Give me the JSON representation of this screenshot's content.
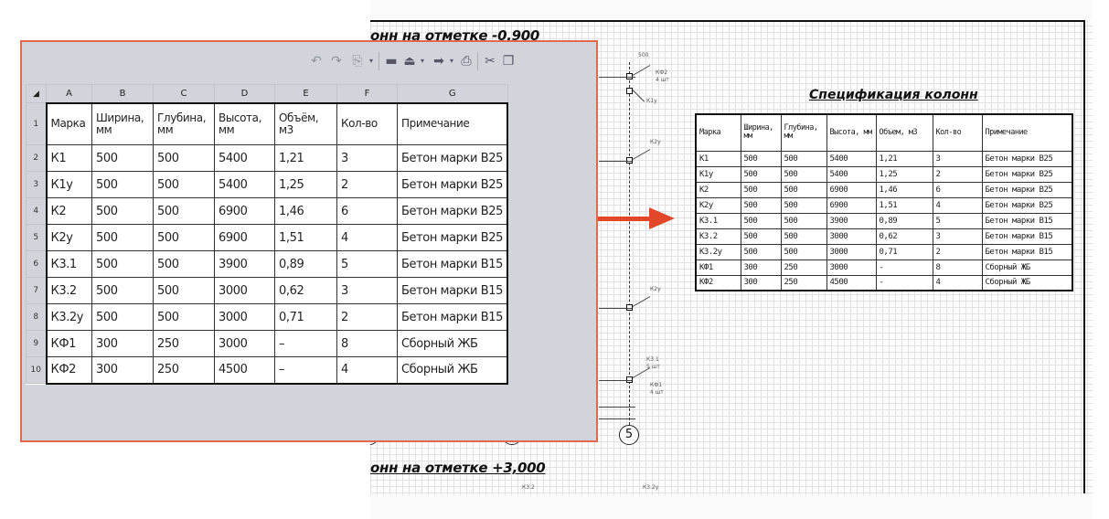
{
  "drawing": {
    "heading_top": "онн на отметке -0.900",
    "heading_bottom": "онн на отметке +3,000",
    "axis_label": "5",
    "tags": [
      "500",
      "КФ2",
      "4 шт",
      "К1у",
      "К2у",
      "К2у",
      "К3.1",
      "5 шт",
      "КФ1",
      "4 шт",
      "К3.2",
      "К3.2у"
    ],
    "spec_title": "Спецификация колонн"
  },
  "spec_table": {
    "headers": [
      "Марка",
      "Ширина, мм",
      "Глубина, мм",
      "Высота, мм",
      "Объем, м3",
      "Кол-во",
      "Примечание"
    ],
    "rows": [
      [
        "К1",
        "500",
        "500",
        "5400",
        "1,21",
        "3",
        "Бетон марки В25"
      ],
      [
        "К1у",
        "500",
        "500",
        "5400",
        "1,25",
        "2",
        "Бетон марки В25"
      ],
      [
        "К2",
        "500",
        "500",
        "6900",
        "1,46",
        "6",
        "Бетон марки В25"
      ],
      [
        "К2у",
        "500",
        "500",
        "6900",
        "1,51",
        "4",
        "Бетон марки В25"
      ],
      [
        "К3.1",
        "500",
        "500",
        "3900",
        "0,89",
        "5",
        "Бетон марки В15"
      ],
      [
        "К3.2",
        "500",
        "500",
        "3000",
        "0,62",
        "3",
        "Бетон марки В15"
      ],
      [
        "К3.2у",
        "500",
        "500",
        "3000",
        "0,71",
        "2",
        "Бетон марки В15"
      ],
      [
        "КФ1",
        "300",
        "250",
        "3000",
        "-",
        "8",
        "Сборный ЖБ"
      ],
      [
        "КФ2",
        "300",
        "250",
        "4500",
        "-",
        "4",
        "Сборный ЖБ"
      ]
    ]
  },
  "spreadsheet": {
    "toolbar_icons": [
      "undo-icon",
      "redo-icon",
      "paste-icon",
      "dropdown-icon",
      "folder-icon",
      "print-preview-icon",
      "dropdown-icon",
      "export-icon",
      "dropdown-icon",
      "print-icon",
      "cut-icon",
      "copy-icon"
    ],
    "corner": "◢",
    "columns": [
      "A",
      "B",
      "C",
      "D",
      "E",
      "F",
      "G"
    ],
    "row_numbers": [
      "1",
      "2",
      "3",
      "4",
      "5",
      "6",
      "7",
      "8",
      "9",
      "10"
    ],
    "headers": [
      "Марка",
      "Ширина, мм",
      "Глубина, мм",
      "Высота, мм",
      "Объём, м3",
      "Кол-во",
      "Примечание"
    ],
    "rows": [
      [
        "К1",
        "500",
        "500",
        "5400",
        "1,21",
        "3",
        "Бетон марки В25"
      ],
      [
        "К1у",
        "500",
        "500",
        "5400",
        "1,25",
        "2",
        "Бетон марки В25"
      ],
      [
        "К2",
        "500",
        "500",
        "6900",
        "1,46",
        "6",
        "Бетон марки В25"
      ],
      [
        "К2у",
        "500",
        "500",
        "6900",
        "1,51",
        "4",
        "Бетон марки В25"
      ],
      [
        "К3.1",
        "500",
        "500",
        "3900",
        "0,89",
        "5",
        "Бетон марки В15"
      ],
      [
        "К3.2",
        "500",
        "500",
        "3000",
        "0,62",
        "3",
        "Бетон марки В15"
      ],
      [
        "К3.2у",
        "500",
        "500",
        "3000",
        "0,71",
        "2",
        "Бетон марки В15"
      ],
      [
        "КФ1",
        "300",
        "250",
        "3000",
        "–",
        "8",
        "Сборный ЖБ"
      ],
      [
        "КФ2",
        "300",
        "250",
        "4500",
        "–",
        "4",
        "Сборный ЖБ"
      ]
    ]
  },
  "colors": {
    "arrow": "#e2472a",
    "window_border": "#e06a4e",
    "window_bg": "#d1d5db"
  }
}
